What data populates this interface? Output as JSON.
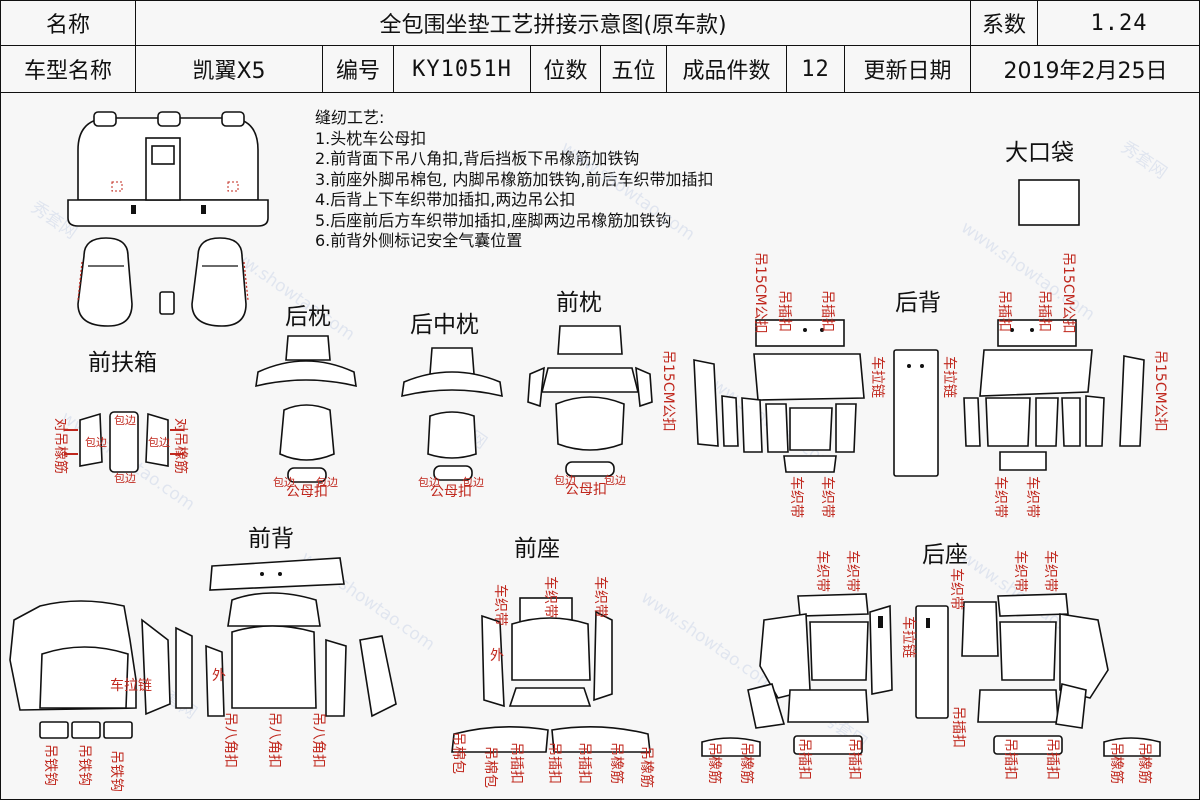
{
  "header": {
    "name_label": "名称",
    "title": "全包围坐垫工艺拼接示意图(原车款)",
    "coef_label": "系数",
    "coef_value": "1.24",
    "model_label": "车型名称",
    "model_value": "凯翼X5",
    "code_label": "编号",
    "code_value": "KY1051H",
    "seats_label": "位数",
    "seats_value": "五位",
    "pieces_label": "成品件数",
    "pieces_value": "12",
    "date_label": "更新日期",
    "date_value": "2019年2月25日"
  },
  "process": {
    "title": "缝纫工艺:",
    "steps": [
      "1.头枕车公母扣",
      "2.前背面下吊八角扣,背后挡板下吊橡筋加铁钩",
      "3.前座外脚吊棉包, 内脚吊橡筋加铁钩,前后车织带加插扣",
      "4.后背上下车织带加插扣,两边吊公扣",
      "5.后座前后方车织带加插扣,座脚两边吊橡筋加铁钩",
      "6.前背外侧标记安全气囊位置"
    ]
  },
  "sections": {
    "big_bag": "大口袋",
    "rear_headrest": "后枕",
    "rear_mid_headrest": "后中枕",
    "front_headrest": "前枕",
    "rear_back": "后背",
    "front_armrest": "前扶箱",
    "front_back": "前背",
    "front_seat": "前座",
    "rear_seat": "后座"
  },
  "labels": {
    "dui_diao_xiangjin": "对吊橡筋",
    "bao_bian": "包边",
    "gong_mu_kou": "公母扣",
    "che_la_lian": "车拉链",
    "diao_15cm_gong_kou": "吊15CM公扣",
    "diao_cha_kou": "吊插扣",
    "che_zhi_dai": "车织带",
    "diao_tie_gou": "吊铁钩",
    "diao_ba_jiao_kou": "吊八角扣",
    "wai": "外",
    "diao_mian_bao": "吊棉包",
    "diao_xiang_jin": "吊橡筋"
  },
  "watermark": {
    "cn": "秀套网",
    "url": "www.showtao.com"
  }
}
